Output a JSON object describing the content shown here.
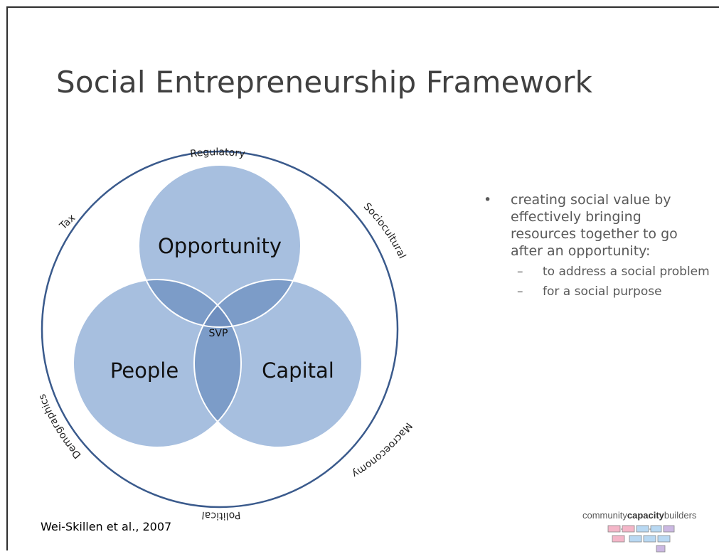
{
  "slide": {
    "title": "Social Entrepreneurship Framework",
    "citation": "Wei-Skillen et al., 2007"
  },
  "diagram": {
    "circles": {
      "top": "Opportunity",
      "left": "People",
      "right": "Capital",
      "center": "SVP"
    },
    "context_labels": {
      "top": "Regulatory",
      "top_right": "Sociocultural",
      "right": "Macroeconomy",
      "bottom": "Political",
      "left": "Demographics",
      "top_left": "Tax"
    },
    "colors": {
      "circle_fill": "#a7bfdf",
      "overlap_fill": "#7c9cc8",
      "center_fill": "#6f8fbf",
      "outer_ring": "#3a5a8c"
    }
  },
  "bullets": {
    "main_marker": "•",
    "main": "creating social value by effectively bringing resources together to go after an opportunity:",
    "sub_marker": "–",
    "sub": [
      "to address a social problem",
      "for a social purpose"
    ]
  },
  "logo": {
    "part1": "community",
    "part2": "capacity",
    "part3": "builders"
  }
}
